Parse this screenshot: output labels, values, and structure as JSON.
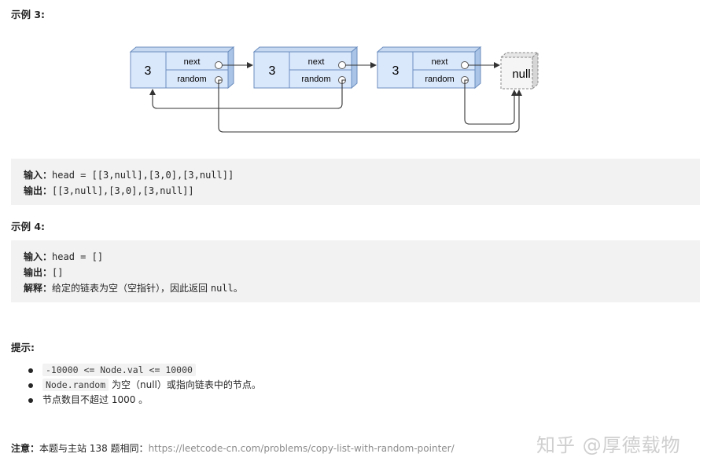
{
  "example3": {
    "heading": "示例 3:",
    "diagram": {
      "nodes": [
        {
          "val": "3",
          "next_label": "next",
          "random_label": "random"
        },
        {
          "val": "3",
          "next_label": "next",
          "random_label": "random"
        },
        {
          "val": "3",
          "next_label": "next",
          "random_label": "random"
        }
      ],
      "null_label": "null"
    },
    "input_label": "输入：",
    "input_value": "head = [[3,null],[3,0],[3,null]]",
    "output_label": "输出：",
    "output_value": "[[3,null],[3,0],[3,null]]"
  },
  "example4": {
    "heading": "示例 4:",
    "input_label": "输入：",
    "input_value": "head = []",
    "output_label": "输出：",
    "output_value": "[]",
    "explain_label": "解释：",
    "explain_text": "给定的链表为空（空指针），因此返回 ",
    "explain_code": "null",
    "explain_end": "。"
  },
  "hints": {
    "heading": "提示:",
    "items": [
      {
        "code": "-10000 <= Node.val <= 10000",
        "text": ""
      },
      {
        "code": "Node.random",
        "text": " 为空（null）或指向链表中的节点。"
      },
      {
        "code": "",
        "text": "节点数目不超过 1000 。"
      }
    ]
  },
  "note": {
    "label": "注意：",
    "text": "本题与主站 138 题相同：",
    "link": "https://leetcode-cn.com/problems/copy-list-with-random-pointer/"
  },
  "watermark": "知乎 @厚德载物",
  "colors": {
    "node_fill": "#dae8fc",
    "node_stroke": "#6c8ebf",
    "code_bg": "#f2f2f3",
    "link": "#8c8c8c"
  }
}
